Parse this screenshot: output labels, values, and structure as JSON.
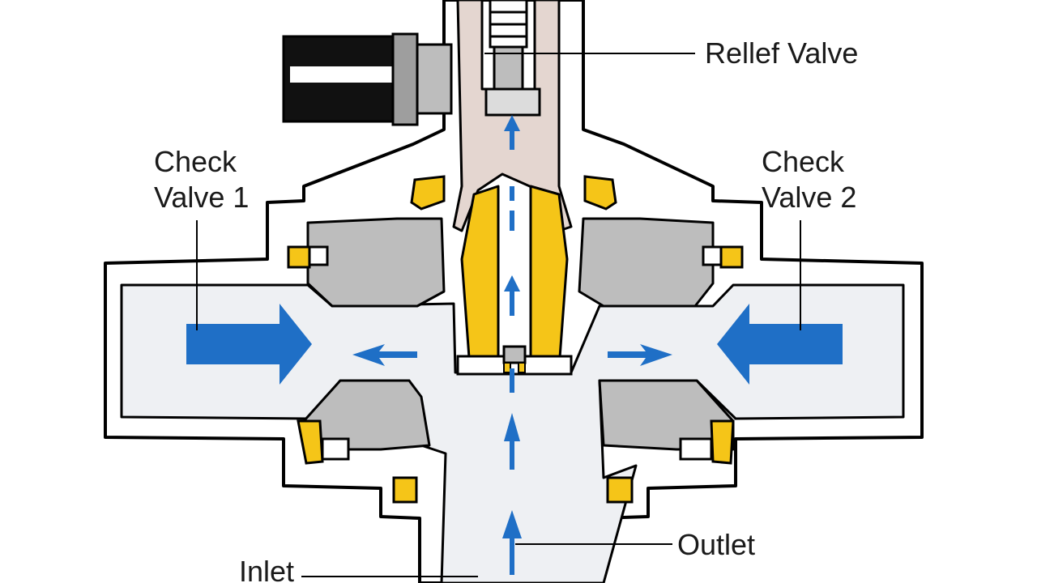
{
  "labels": {
    "relief_valve": "Rellef Valve",
    "check_valve_1_line1": "Check",
    "check_valve_1_line2": "Valve 1",
    "check_valve_2_line1": "Check",
    "check_valve_2_line2": "Valve 2",
    "outlet": "Outlet",
    "inlet": "Inlet"
  },
  "colors": {
    "outline": "#000000",
    "body_fill": "#ffffff",
    "channel_fill": "#eef0f3",
    "gray_part": "#bdbdbd",
    "seal": "#f5c518",
    "flow_arrow": "#1f6fc6",
    "stem_tan": "#e4d6d0",
    "connector": "#111111"
  }
}
